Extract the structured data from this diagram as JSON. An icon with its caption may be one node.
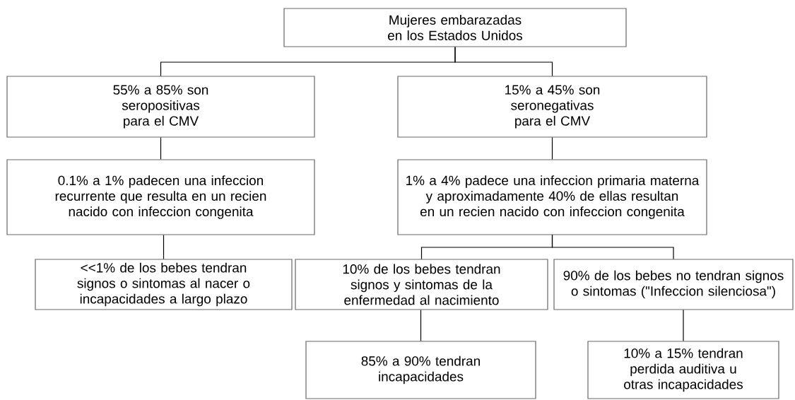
{
  "diagram": {
    "nodes": [
      {
        "text": [
          "Mujeres embarazadas en los Estados Unidos"
        ]
      },
      {
        "text": [
          "55% a 85% son seropositivas para el CMV"
        ]
      },
      {
        "text": [
          "15% a 45% son seronegativas para el CMV"
        ]
      },
      {
        "text": [
          "0.1% a 1% padecen una infeccion recurrente que resulta en un recien nacido con infeccion congenita"
        ]
      },
      {
        "text": [
          "1% a 4% padece una infeccion primaria materna y aproximadamente 40% de ellas resultan en un recien nacido con infeccion congenita"
        ]
      },
      {
        "text": [
          "<<1% de los bebes tendran signos o sintomas al nacer o incapacidades a largo plazo"
        ]
      },
      {
        "text": [
          "10% de los bebes tendran signos y sintomas de la enfermedad al nacimiento"
        ]
      },
      {
        "text": [
          "90% de los bebes no tendran signos o sintomas (\"Infeccion silenciosa\")"
        ]
      },
      {
        "text": [
          "85% a 90% tendran incapacidades"
        ]
      },
      {
        "text": [
          "10% a 15% tendran perdida auditiva u otras incapacidades"
        ]
      }
    ],
    "edges": [
      {
        "from": 0,
        "to": 1,
        "arrow": "none"
      },
      {
        "from": 0,
        "to": 2,
        "arrow": "none"
      },
      {
        "from": 1,
        "to": 3,
        "arrow": "none"
      },
      {
        "from": 2,
        "to": 4,
        "arrow": "none"
      },
      {
        "from": 3,
        "to": 5,
        "arrow": "none"
      },
      {
        "from": 4,
        "to": 6,
        "arrow": "none"
      },
      {
        "from": 4,
        "to": 7,
        "arrow": "none"
      },
      {
        "from": 6,
        "to": 8,
        "arrow": "none"
      },
      {
        "from": 7,
        "to": 9,
        "arrow": "none"
      }
    ]
  }
}
